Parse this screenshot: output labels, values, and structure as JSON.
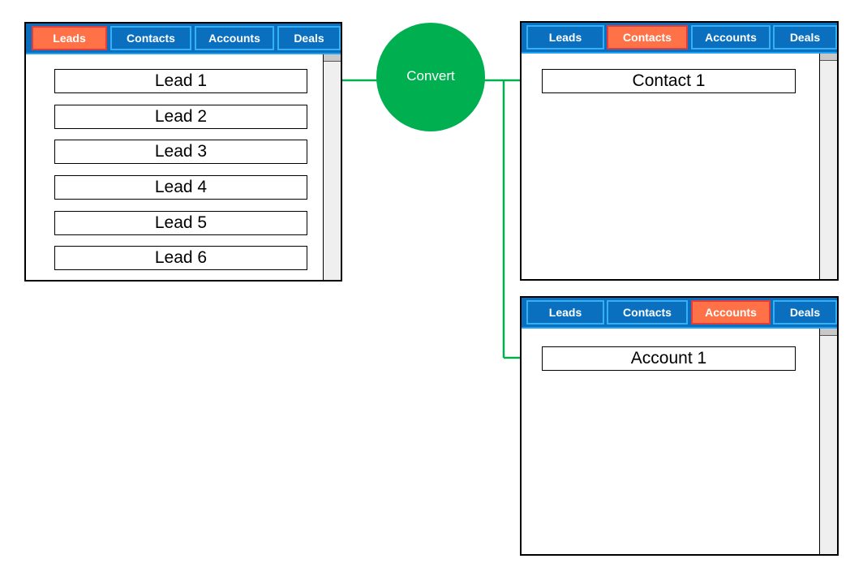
{
  "tabs": [
    "Leads",
    "Contacts",
    "Accounts",
    "Deals"
  ],
  "colors": {
    "tab_bar": "#0b6fbf",
    "tab_active": "#ff7247",
    "tab_active_border": "#e33c3c",
    "connector": "#00b050"
  },
  "leads_panel": {
    "active_tab": "Leads",
    "records": [
      "Lead 1",
      "Lead 2",
      "Lead 3",
      "Lead 4",
      "Lead 5",
      "Lead 6"
    ]
  },
  "convert": {
    "label": "Convert"
  },
  "contacts_panel": {
    "active_tab": "Contacts",
    "records": [
      "Contact 1"
    ]
  },
  "accounts_panel": {
    "active_tab": "Accounts",
    "records": [
      "Account 1"
    ]
  }
}
